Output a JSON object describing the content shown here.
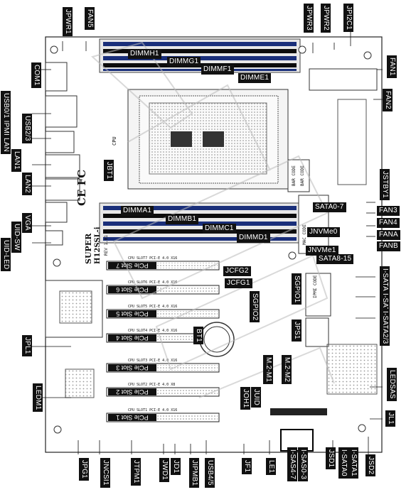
{
  "board": {
    "model": "H12SSL-i",
    "brand": "SUPER",
    "rev": "REV 1.01",
    "logo_text": "CE FC",
    "cpu_label": "CPU",
    "bar_code": "BAR CODE",
    "mac_code": "MAC CODE",
    "ipmi_code": "IPMI CODE",
    "slots": [
      {
        "name": "PCIe Slot 7",
        "spec": "CPU SLOT7 PCI-E 4.0 X16"
      },
      {
        "name": "PCIe Slot 6",
        "spec": "CPU SLOT6 PCI-E 4.0 X16"
      },
      {
        "name": "PCIe Slot 5",
        "spec": "CPU SLOT5 PCI-E 4.0 X16"
      },
      {
        "name": "PCIe Slot 4",
        "spec": "CPU SLOT4 PCI-E 4.0 X16"
      },
      {
        "name": "PCIe Slot 3",
        "spec": "CPU SLOT3 PCI-E 4.0 X16"
      },
      {
        "name": "PCIe Slot 2",
        "spec": "CPU SLOT2 PCI-E 4.0 X8"
      },
      {
        "name": "PCIe Slot 1",
        "spec": "CPU SLOT1 PCI-E 4.0 X16"
      }
    ],
    "dimm_top": [
      "DIMMH1",
      "DIMMG1",
      "DIMMF1",
      "DIMME1"
    ],
    "dimm_bottom": [
      "DIMMA1",
      "DIMMB1",
      "DIMMC1",
      "DIMMD1"
    ]
  },
  "labels": {
    "jpwr1": "JPWR1",
    "fan5": "FAN5",
    "jpwr3": "JPWR3",
    "jpwr2": "JPWR2",
    "jpi2c1": "JPI2C1",
    "com1": "COM1",
    "fan1": "FAN1",
    "usb01_ipmi_lan": "USB0/1 IPMI LAN",
    "fan2": "FAN2",
    "usb23": "USB2/3",
    "lan1": "LAN1",
    "jbt1": "JBT1",
    "jstby1": "JSTBY1",
    "lan2": "LAN2",
    "sata0_7": "SATA0-7",
    "fan3": "FAN3",
    "jnvme0": "JNVMe0",
    "fan4": "FAN4",
    "vga": "VGA",
    "fana": "FANA",
    "jnvme1": "JNVMe1",
    "fanb": "FANB",
    "uid_sw": "UID-SW",
    "sata8_15": "SATA8-15",
    "uid_led": "UID-LED",
    "jcfg2": "JCFG2",
    "jcfg1": "JCFG1",
    "i_sata67": "I-SATA6/7",
    "sgpio1": "SGPIO1",
    "i_sata45": "I-SATA4/5",
    "sgpio2": "SGPIO2",
    "i_sata23": "I-SATA2/3",
    "jps1": "JPS1",
    "bt1": "BT1",
    "jpl1": "JPL1",
    "m2_m1": "M.2-M1",
    "m2_m2": "M.2-M2",
    "ledsas": "LEDSAS",
    "jbr1": "JOH1",
    "juid": "JUID",
    "ledm1": "LEDM1",
    "jl1": "JL1",
    "jpg1": "JPG1",
    "jncsi1": "JNCSI1",
    "jtpm1": "JTPM1",
    "jwd1": "JWD1",
    "jd1": "JD1",
    "jipmb1": "JIPMB1",
    "usb45": "USB4/5",
    "jf1": "JF1",
    "le1": "LE1",
    "i_sas47": "I-SAS4-7",
    "i_sas03": "I-SAS0-3",
    "jsd1": "JSD1",
    "i_sata0": "I-SATA0",
    "i_sata1": "I-SATA1",
    "jsd2": "JSD2"
  }
}
